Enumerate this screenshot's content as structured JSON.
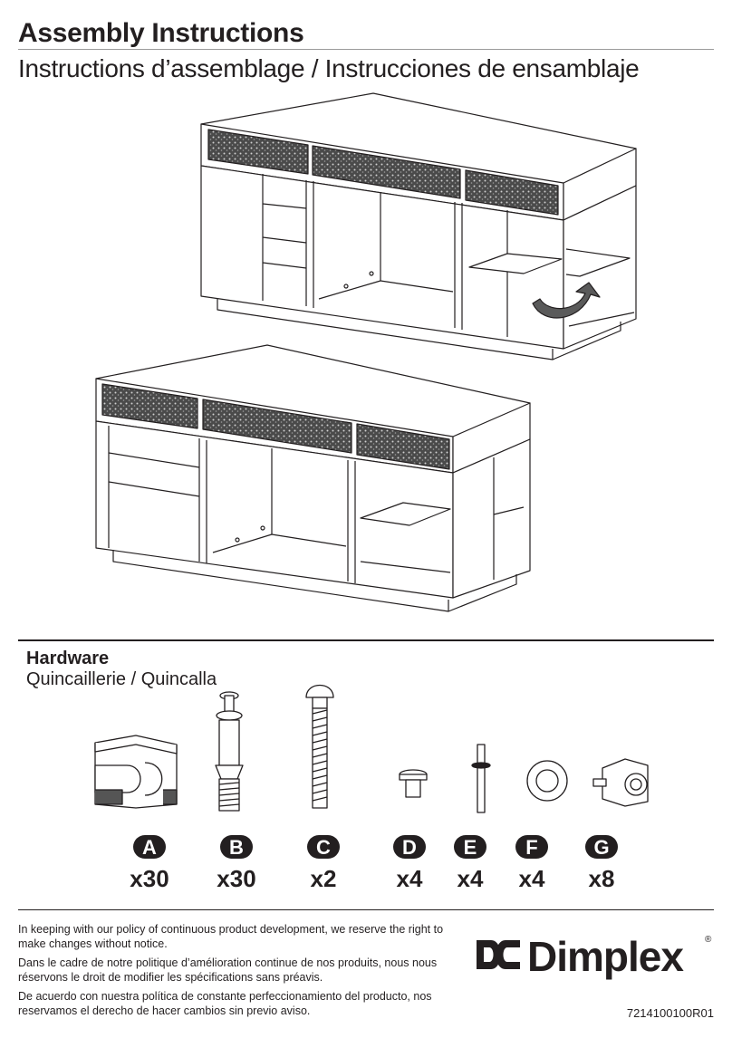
{
  "header": {
    "title": "Assembly Instructions",
    "subtitle": "Instructions d’assemblage / Instrucciones de ensamblaje"
  },
  "hardware": {
    "title": "Hardware",
    "subtitle": "Quincaillerie / Quincalla",
    "items": [
      {
        "letter": "A",
        "qty": "x30",
        "icon": "cam-lock-icon"
      },
      {
        "letter": "B",
        "qty": "x30",
        "icon": "cam-bolt-icon"
      },
      {
        "letter": "C",
        "qty": "x2",
        "icon": "screw-icon"
      },
      {
        "letter": "D",
        "qty": "x4",
        "icon": "glass-support-icon"
      },
      {
        "letter": "E",
        "qty": "x4",
        "icon": "shelf-pin-icon"
      },
      {
        "letter": "F",
        "qty": "x4",
        "icon": "washer-icon"
      },
      {
        "letter": "G",
        "qty": "x8",
        "icon": "shelf-support-icon"
      }
    ]
  },
  "footer": {
    "note_en": "In keeping with our policy of continuous product development, we reserve the right to make changes without notice.",
    "note_fr": "Dans le cadre de notre politique d’amélioration continue de nos produits, nous nous réservons le droit de modifier les spécifications sans préavis.",
    "note_es": "De acuerdo con nuestra política de constante perfeccionamiento del producto, nos reservamos el derecho de hacer cambios sin previo aviso.",
    "brand": "Dimplex",
    "registered": "®",
    "code": "7214100100R01"
  }
}
